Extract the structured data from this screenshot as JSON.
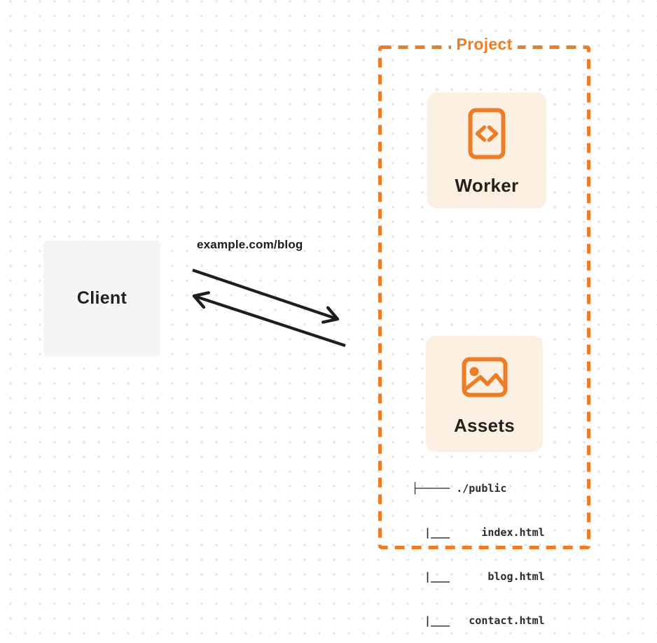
{
  "client": {
    "label": "Client"
  },
  "request": {
    "url_label": "example.com/blog"
  },
  "project": {
    "label": "Project",
    "worker": {
      "label": "Worker"
    },
    "assets": {
      "label": "Assets"
    },
    "file_tree": {
      "lines": [
        "├───── ./public",
        "  |___     index.html",
        "  |___      blog.html",
        "  |___   contact.html"
      ]
    }
  },
  "colors": {
    "accent_orange": "#ec7d26",
    "card_background": "#fbf0e2",
    "client_background": "#f5f5f6",
    "arrow_black": "#1e1e1e",
    "text_dark": "#212121",
    "dot_grid": "#e3e3e3"
  }
}
